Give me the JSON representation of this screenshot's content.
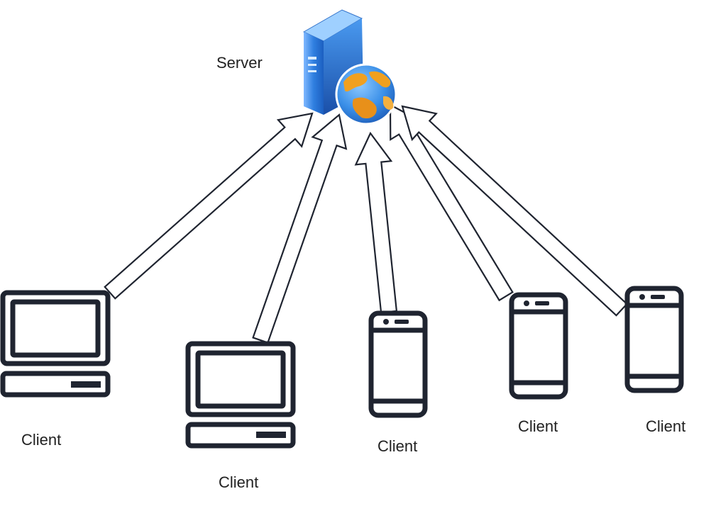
{
  "server": {
    "label": "Server",
    "icons": [
      "server-tower-icon",
      "globe-icon"
    ]
  },
  "clients": [
    {
      "label": "Client",
      "icon": "desktop-computer-icon"
    },
    {
      "label": "Client",
      "icon": "desktop-computer-icon"
    },
    {
      "label": "Client",
      "icon": "smartphone-icon"
    },
    {
      "label": "Client",
      "icon": "smartphone-icon"
    },
    {
      "label": "Client",
      "icon": "smartphone-icon"
    }
  ],
  "connections": [
    {
      "from": "client-1",
      "to": "server"
    },
    {
      "from": "client-2",
      "to": "server"
    },
    {
      "from": "client-3",
      "to": "server"
    },
    {
      "from": "client-4",
      "to": "server"
    },
    {
      "from": "client-5",
      "to": "server"
    }
  ],
  "colors": {
    "stroke": "#1f2430",
    "arrow_fill": "#ffffff",
    "server_blue": "#2f7fe0",
    "globe_ocean": "#3a8fe8",
    "globe_land": "#f0a020"
  }
}
